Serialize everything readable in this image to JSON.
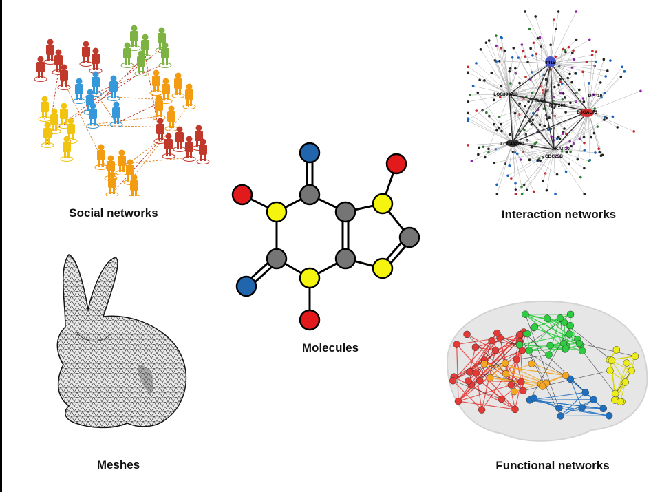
{
  "captions": {
    "social": "Social networks",
    "interaction": "Interaction networks",
    "molecules": "Molecules",
    "meshes": "Meshes",
    "functional": "Functional networks"
  },
  "interaction_labels": [
    "PI15",
    "LOC390730",
    "TLE4",
    "PHF20",
    "DPP10",
    "B3GALT5",
    "LOC442261",
    "AKAP10",
    "CDC25B"
  ],
  "colors": {
    "red": "#e31a1c",
    "yellow": "#f4f40e",
    "gray": "#757575",
    "blue": "#2166ac",
    "social_red": "#c0392b",
    "social_blue": "#3498db",
    "social_green": "#7cb342",
    "social_orange": "#f39c12",
    "social_yellow": "#f1c40f"
  }
}
